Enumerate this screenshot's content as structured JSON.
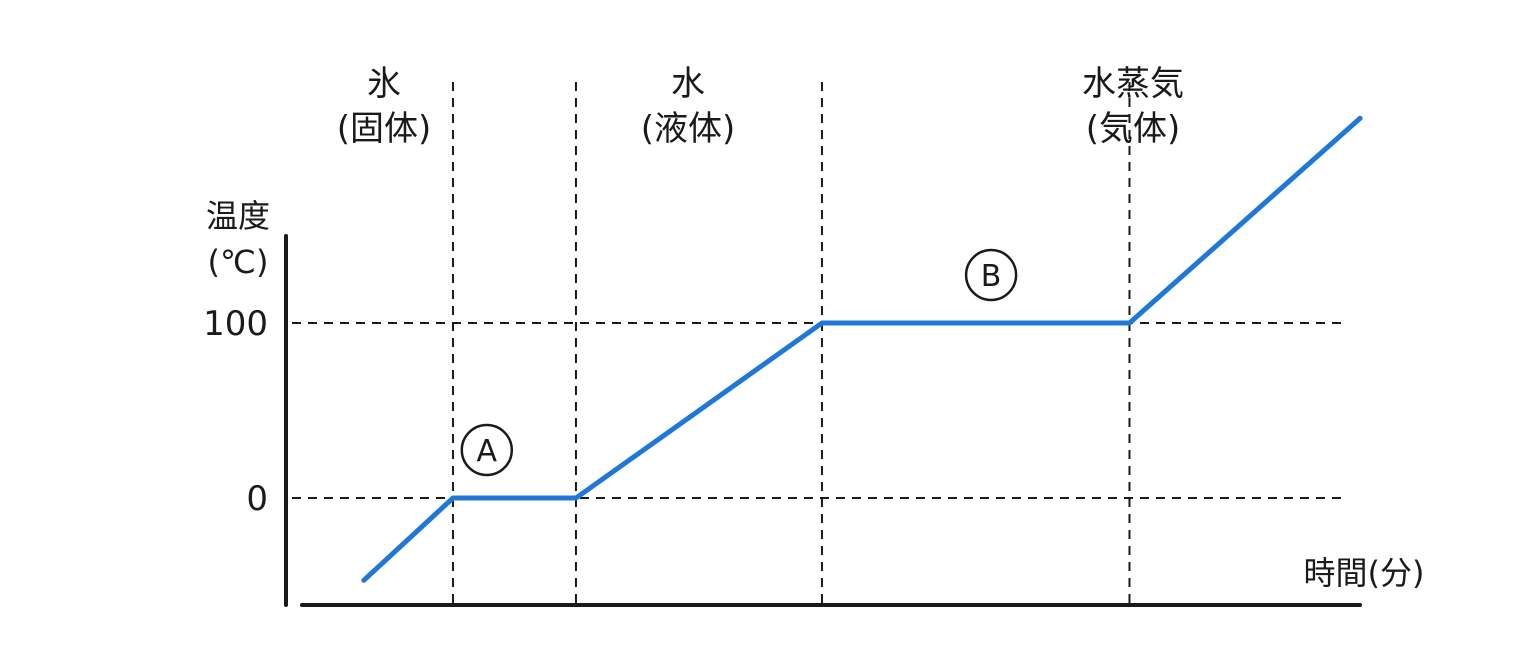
{
  "chart_data": {
    "type": "line",
    "title": "",
    "ylabel": {
      "line1": "温度",
      "line2": "(℃)"
    },
    "xlabel": "時間(分)",
    "y_ticks": [
      {
        "value": 0,
        "label": "0"
      },
      {
        "value": 100,
        "label": "100"
      }
    ],
    "phases": [
      {
        "line1": "氷",
        "line2": "(固体)"
      },
      {
        "line1": "水",
        "line2": "(液体)"
      },
      {
        "line1": "水蒸気",
        "line2": "(気体)"
      }
    ],
    "markers": [
      {
        "label": "A",
        "x": 3.2,
        "y": 0
      },
      {
        "label": "B",
        "x": 11.4,
        "y": 100
      }
    ],
    "phase_boundaries_x": [
      2.65,
      4.65,
      8.65,
      13.65
    ],
    "series": [
      {
        "values": [
          {
            "x": 1.2,
            "y": -47
          },
          {
            "x": 2.65,
            "y": 0
          },
          {
            "x": 4.65,
            "y": 0
          },
          {
            "x": 8.65,
            "y": 100
          },
          {
            "x": 13.65,
            "y": 100
          },
          {
            "x": 17.4,
            "y": 217
          }
        ]
      }
    ],
    "colors": {
      "line": "#1f78d6",
      "axis": "#1a1a1a",
      "grid": "#1a1a1a"
    }
  }
}
